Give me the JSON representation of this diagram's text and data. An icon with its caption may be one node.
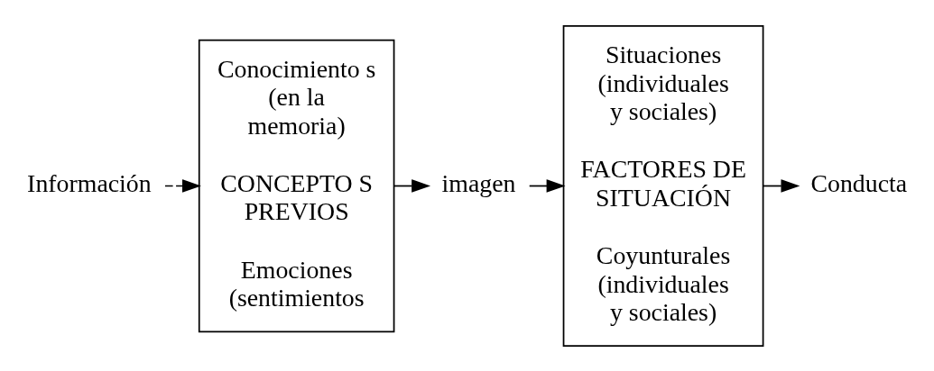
{
  "diagram": {
    "nodes": [
      {
        "text": [
          "Información"
        ]
      },
      {
        "text": [
          "Conocimiento s (en la memoria)",
          "CONCEPTO S PREVIOS",
          "Emociones (sentimientos"
        ]
      },
      {
        "text": [
          "imagen"
        ]
      },
      {
        "text": [
          "Situaciones (individuales y sociales)",
          "FACTORES DE SITUACIÓN",
          "Coyunturales (individuales y sociales)"
        ]
      },
      {
        "text": [
          "Conducta"
        ]
      }
    ],
    "edges": [
      {
        "from": 0,
        "to": 1,
        "arrow": "to",
        "style": "dashed"
      },
      {
        "from": 1,
        "to": 2,
        "arrow": "to"
      },
      {
        "from": 2,
        "to": 3,
        "arrow": "to"
      },
      {
        "from": 3,
        "to": 4,
        "arrow": "to"
      }
    ]
  }
}
